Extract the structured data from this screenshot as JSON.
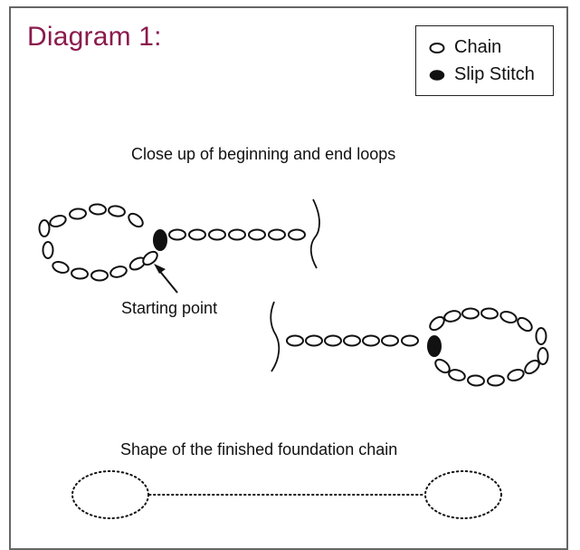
{
  "title": "Diagram 1:",
  "legend": {
    "chain_label": "Chain",
    "slip_stitch_label": "Slip Stitch"
  },
  "captions": {
    "closeup": "Close up of beginning and end loops",
    "starting_point": "Starting point",
    "finished_shape": "Shape of the finished foundation chain"
  },
  "colors": {
    "title": "#8b1a4d",
    "frame": "#666666",
    "ink": "#111111"
  }
}
